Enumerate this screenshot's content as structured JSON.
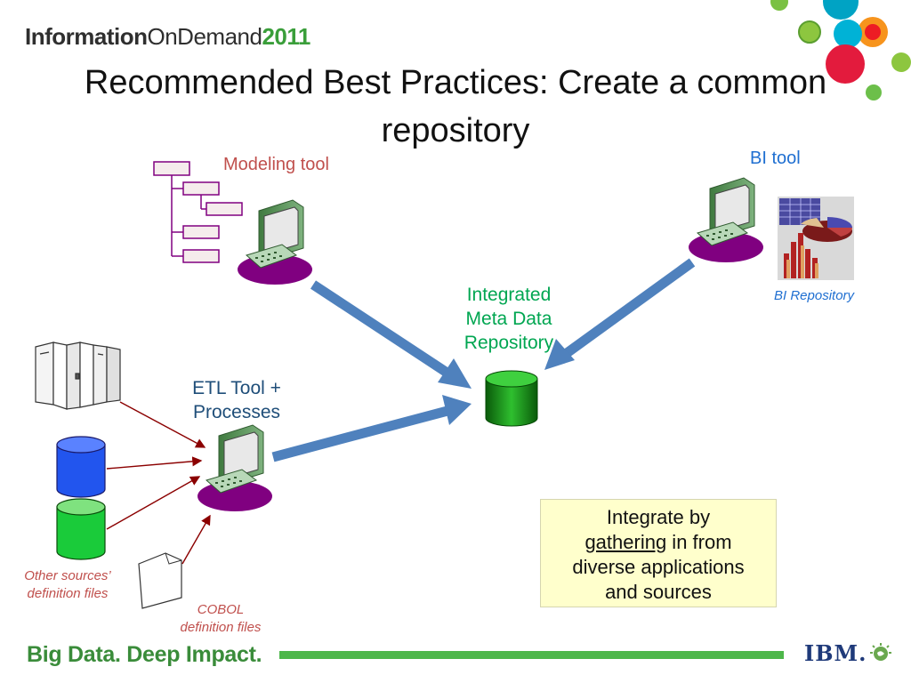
{
  "header": {
    "brand_part1": "Information",
    "brand_part2": "OnDemand",
    "brand_part3": "2011",
    "title_line1": "Recommended Best Practices:  Create a common",
    "title_line2": "repository"
  },
  "diagram": {
    "modeling_tool": "Modeling tool",
    "bi_tool": "BI tool",
    "bi_repository": "BI Repository",
    "integrated_line1": "Integrated",
    "integrated_line2": "Meta Data",
    "integrated_line3": "Repository",
    "etl_line1": "ETL Tool +",
    "etl_line2": "Processes",
    "other_sources_line1": "Other sources’",
    "other_sources_line2": "definition files",
    "cobol_line1": "COBOL",
    "cobol_line2": "definition files"
  },
  "callout": {
    "line1": "Integrate by",
    "line2_underlined": "gathering",
    "line2_rest": " in from",
    "line3": "diverse applications",
    "line4": "and sources"
  },
  "footer": {
    "tagline": "Big Data. Deep Impact.",
    "logo_text": "IBM."
  },
  "colors": {
    "green_label": "#00a651",
    "red_label": "#c0504d",
    "blue_label": "#1f6fd1",
    "arrow_blue": "#4f81bd",
    "connector_red": "#8b0000"
  }
}
